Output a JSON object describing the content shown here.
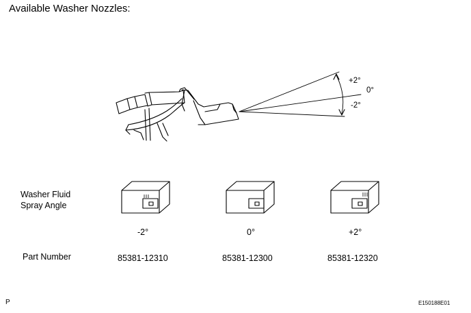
{
  "title": "Available Washer Nozzles:",
  "spray_angles": {
    "plus": "+2°",
    "zero": "0°",
    "minus": "-2°"
  },
  "row_label": {
    "line1": "Washer Fluid",
    "line2": "Spray Angle"
  },
  "nozzles": [
    {
      "angle": "-2°",
      "part_number": "85381-12310"
    },
    {
      "angle": "0°",
      "part_number": "85381-12300"
    },
    {
      "angle": "+2°",
      "part_number": "85381-12320"
    }
  ],
  "part_number_label": "Part Number",
  "page_mark": "P",
  "figure_id": "E150188E01"
}
